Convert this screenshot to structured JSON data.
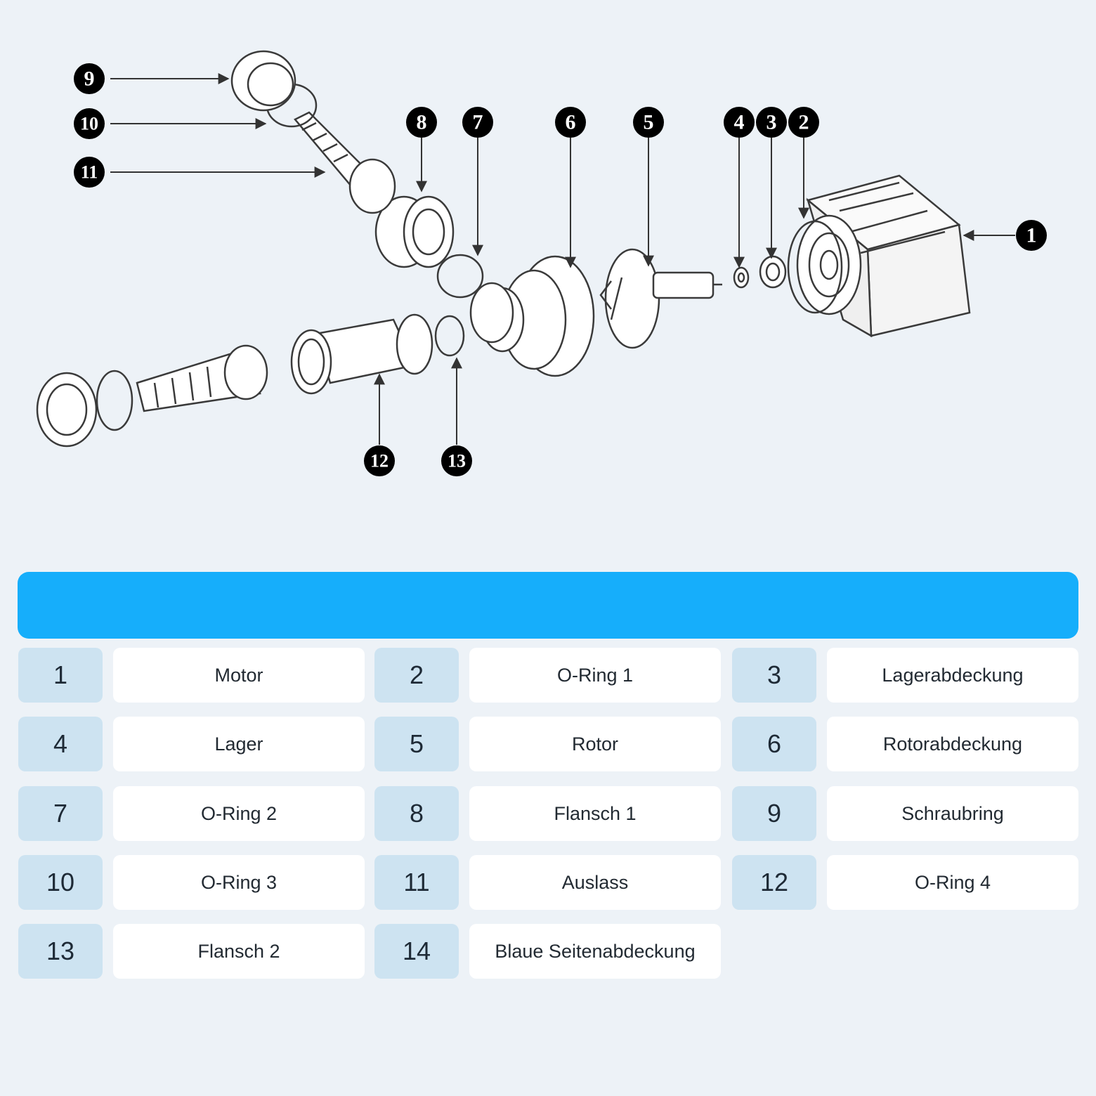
{
  "diagram": {
    "callouts": [
      "1",
      "2",
      "3",
      "4",
      "5",
      "6",
      "7",
      "8",
      "9",
      "10",
      "11",
      "12",
      "13"
    ]
  },
  "parts": [
    {
      "number": "1",
      "name": "Motor"
    },
    {
      "number": "2",
      "name": "O-Ring 1"
    },
    {
      "number": "3",
      "name": "Lagerabdeckung"
    },
    {
      "number": "4",
      "name": "Lager"
    },
    {
      "number": "5",
      "name": "Rotor"
    },
    {
      "number": "6",
      "name": "Rotorabdeckung"
    },
    {
      "number": "7",
      "name": "O-Ring 2"
    },
    {
      "number": "8",
      "name": "Flansch 1"
    },
    {
      "number": "9",
      "name": "Schraubring"
    },
    {
      "number": "10",
      "name": "O-Ring 3"
    },
    {
      "number": "11",
      "name": "Auslass"
    },
    {
      "number": "12",
      "name": "O-Ring 4"
    },
    {
      "number": "13",
      "name": "Flansch 2"
    },
    {
      "number": "14",
      "name": "Blaue Seitenabdeckung"
    }
  ],
  "colors": {
    "background": "#edf2f7",
    "banner": "#16aefb",
    "number_cell": "#cde3f1",
    "name_cell": "#ffffff"
  }
}
